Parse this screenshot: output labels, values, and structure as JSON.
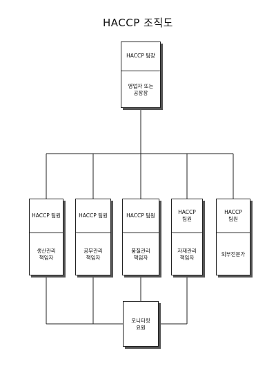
{
  "title": "HACCP 조직도",
  "leader": {
    "role": "HACCP 팀장",
    "name": "영업자 또는\n공장장"
  },
  "members": [
    {
      "role": "HACCP 팀원",
      "duty": "생산관리\n책임자"
    },
    {
      "role": "HACCP 팀원",
      "duty": "공무관리\n책임자"
    },
    {
      "role": "HACCP 팀원",
      "duty": "품질관리\n책임자"
    },
    {
      "role": "HACCP\n팀원",
      "duty": "자재관리\n책임자"
    },
    {
      "role": "HACCP\n팀원",
      "duty": "외부전문가"
    }
  ],
  "monitor": {
    "label": "모니터링\n요원"
  },
  "colors": {
    "line": "#222222",
    "shadow": "#555555"
  }
}
